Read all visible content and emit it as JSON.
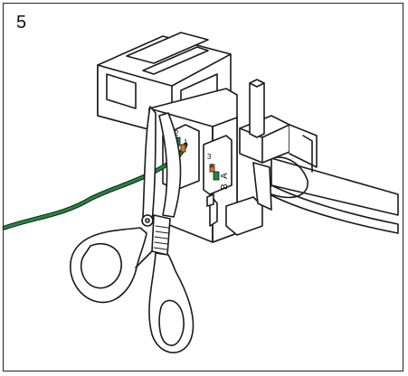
{
  "step": {
    "number": "5"
  },
  "labels": {
    "pin_2": "2",
    "pin_1": "1",
    "pin_3": "3",
    "pin_4": "4",
    "letter_a": "A",
    "letter_b": "B"
  },
  "colors": {
    "wire_green": "#1e8a3c",
    "wire_orange": "#e07a1a",
    "outline": "#1a1a1a",
    "body_fill": "#ffffff"
  }
}
